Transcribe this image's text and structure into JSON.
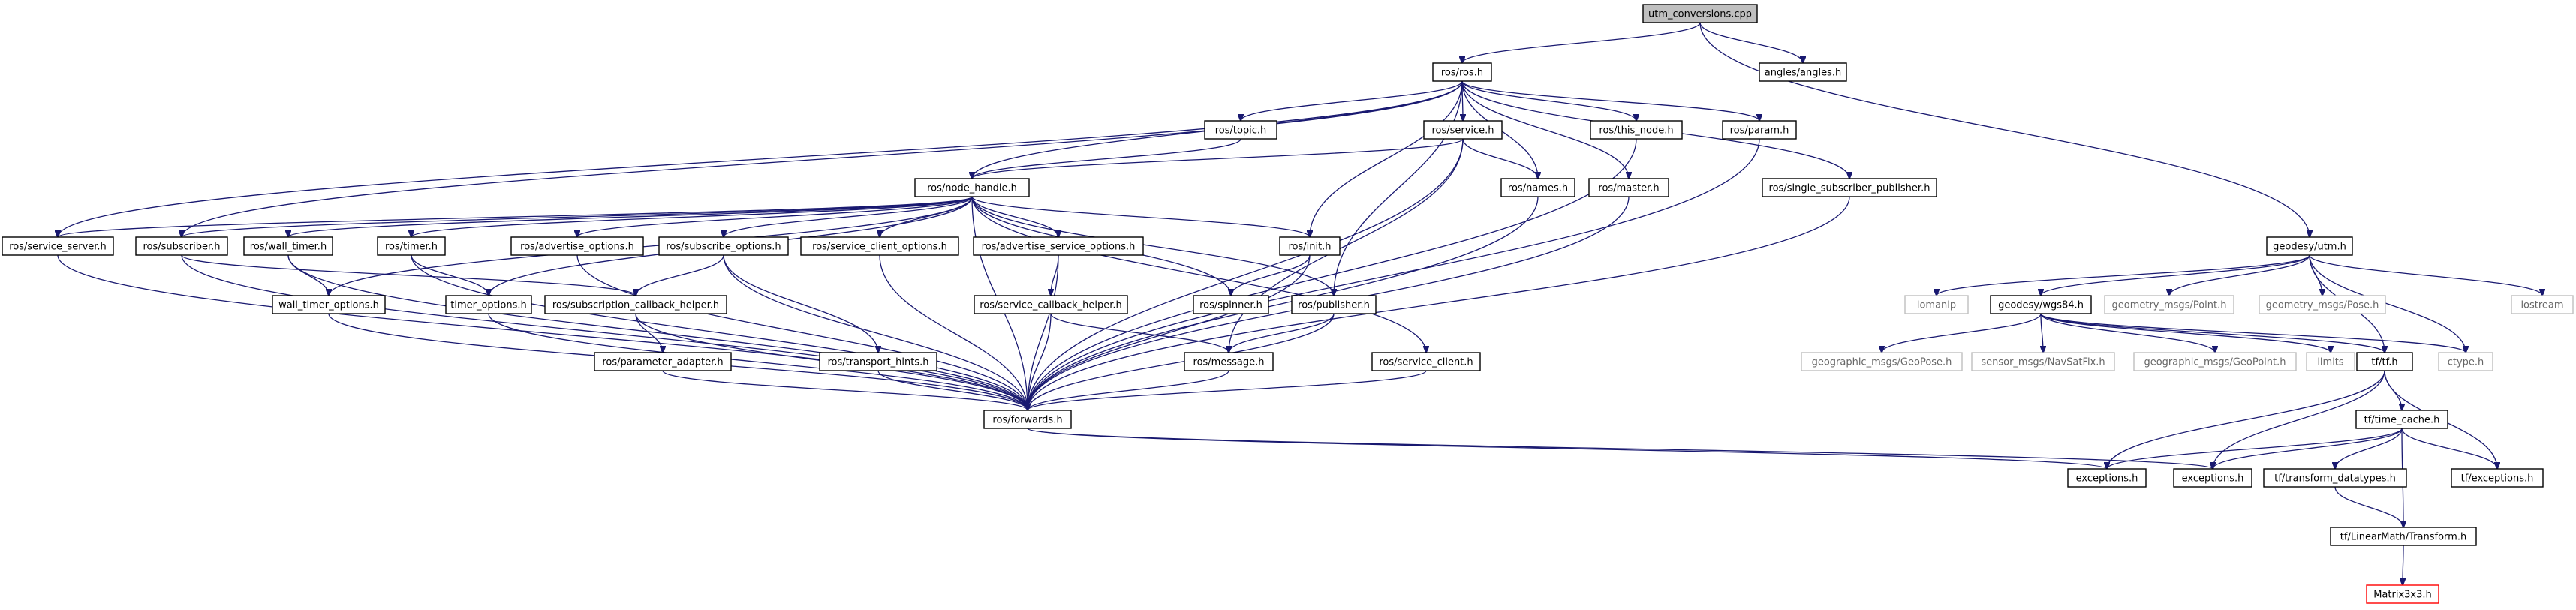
{
  "nodes": [
    {
      "id": "utm_conversions",
      "label": "utm_conversions.cpp",
      "kind": "root"
    },
    {
      "id": "ros_h",
      "label": "ros/ros.h",
      "kind": "normal"
    },
    {
      "id": "angles_h",
      "label": "angles/angles.h",
      "kind": "normal"
    },
    {
      "id": "geodesy_utm",
      "label": "geodesy/utm.h",
      "kind": "normal"
    },
    {
      "id": "ros_topic",
      "label": "ros/topic.h",
      "kind": "normal"
    },
    {
      "id": "ros_service",
      "label": "ros/service.h",
      "kind": "normal"
    },
    {
      "id": "ros_this_node",
      "label": "ros/this_node.h",
      "kind": "normal"
    },
    {
      "id": "ros_param",
      "label": "ros/param.h",
      "kind": "normal"
    },
    {
      "id": "ros_names",
      "label": "ros/names.h",
      "kind": "normal"
    },
    {
      "id": "ros_master",
      "label": "ros/master.h",
      "kind": "normal"
    },
    {
      "id": "ros_single_sub_pub",
      "label": "ros/single_subscriber_publisher.h",
      "kind": "normal"
    },
    {
      "id": "ros_node_handle",
      "label": "ros/node_handle.h",
      "kind": "normal"
    },
    {
      "id": "ros_service_server",
      "label": "ros/service_server.h",
      "kind": "normal"
    },
    {
      "id": "ros_subscriber",
      "label": "ros/subscriber.h",
      "kind": "normal"
    },
    {
      "id": "ros_wall_timer",
      "label": "ros/wall_timer.h",
      "kind": "normal"
    },
    {
      "id": "ros_timer",
      "label": "ros/timer.h",
      "kind": "normal"
    },
    {
      "id": "ros_advertise_options",
      "label": "ros/advertise_options.h",
      "kind": "normal"
    },
    {
      "id": "ros_subscribe_options",
      "label": "ros/subscribe_options.h",
      "kind": "normal"
    },
    {
      "id": "ros_service_client_options",
      "label": "ros/service_client_options.h",
      "kind": "normal"
    },
    {
      "id": "ros_advertise_service_options",
      "label": "ros/advertise_service_options.h",
      "kind": "normal"
    },
    {
      "id": "ros_init",
      "label": "ros/init.h",
      "kind": "normal"
    },
    {
      "id": "ros_spinner",
      "label": "ros/spinner.h",
      "kind": "normal"
    },
    {
      "id": "ros_publisher",
      "label": "ros/publisher.h",
      "kind": "normal"
    },
    {
      "id": "ros_service_client",
      "label": "ros/service_client.h",
      "kind": "normal"
    },
    {
      "id": "wall_timer_options",
      "label": "wall_timer_options.h",
      "kind": "normal"
    },
    {
      "id": "timer_options",
      "label": "timer_options.h",
      "kind": "normal"
    },
    {
      "id": "ros_sub_cb_helper",
      "label": "ros/subscription_callback_helper.h",
      "kind": "normal"
    },
    {
      "id": "ros_parameter_adapter",
      "label": "ros/parameter_adapter.h",
      "kind": "normal"
    },
    {
      "id": "ros_transport_hints",
      "label": "ros/transport_hints.h",
      "kind": "normal"
    },
    {
      "id": "ros_service_cb_helper",
      "label": "ros/service_callback_helper.h",
      "kind": "normal"
    },
    {
      "id": "ros_message",
      "label": "ros/message.h",
      "kind": "normal"
    },
    {
      "id": "ros_forwards",
      "label": "ros/forwards.h",
      "kind": "normal"
    },
    {
      "id": "exceptions_a",
      "label": "exceptions.h",
      "kind": "normal"
    },
    {
      "id": "exceptions_b",
      "label": "exceptions.h",
      "kind": "normal"
    },
    {
      "id": "iomanip",
      "label": "iomanip",
      "kind": "external"
    },
    {
      "id": "geodesy_wgs84",
      "label": "geodesy/wgs84.h",
      "kind": "normal"
    },
    {
      "id": "geometry_point",
      "label": "geometry_msgs/Point.h",
      "kind": "external"
    },
    {
      "id": "geometry_pose",
      "label": "geometry_msgs/Pose.h",
      "kind": "external"
    },
    {
      "id": "iostream",
      "label": "iostream",
      "kind": "external"
    },
    {
      "id": "geographic_geopose",
      "label": "geographic_msgs/GeoPose.h",
      "kind": "external"
    },
    {
      "id": "sensor_navsatfix",
      "label": "sensor_msgs/NavSatFix.h",
      "kind": "external"
    },
    {
      "id": "geographic_geopoint",
      "label": "geographic_msgs/GeoPoint.h",
      "kind": "external"
    },
    {
      "id": "limits",
      "label": "limits",
      "kind": "external"
    },
    {
      "id": "tf_tf",
      "label": "tf/tf.h",
      "kind": "normal"
    },
    {
      "id": "ctype",
      "label": "ctype.h",
      "kind": "external"
    },
    {
      "id": "tf_time_cache",
      "label": "tf/time_cache.h",
      "kind": "normal"
    },
    {
      "id": "tf_transform_datatypes",
      "label": "tf/transform_datatypes.h",
      "kind": "normal"
    },
    {
      "id": "tf_exceptions",
      "label": "tf/exceptions.h",
      "kind": "normal"
    },
    {
      "id": "tf_linearmath_transform",
      "label": "tf/LinearMath/Transform.h",
      "kind": "normal"
    },
    {
      "id": "matrix3x3",
      "label": "Matrix3x3.h",
      "kind": "missing"
    }
  ],
  "edges": [
    [
      "utm_conversions",
      "ros_h"
    ],
    [
      "utm_conversions",
      "angles_h"
    ],
    [
      "utm_conversions",
      "geodesy_utm"
    ],
    [
      "ros_h",
      "ros_topic"
    ],
    [
      "ros_h",
      "ros_service"
    ],
    [
      "ros_h",
      "ros_this_node"
    ],
    [
      "ros_h",
      "ros_param"
    ],
    [
      "ros_h",
      "ros_names"
    ],
    [
      "ros_h",
      "ros_master"
    ],
    [
      "ros_h",
      "ros_single_sub_pub"
    ],
    [
      "ros_h",
      "ros_node_handle"
    ],
    [
      "ros_h",
      "ros_service_server"
    ],
    [
      "ros_h",
      "ros_subscriber"
    ],
    [
      "ros_h",
      "ros_init"
    ],
    [
      "ros_h",
      "ros_publisher"
    ],
    [
      "ros_topic",
      "ros_node_handle"
    ],
    [
      "ros_service",
      "ros_node_handle"
    ],
    [
      "ros_service",
      "ros_names"
    ],
    [
      "ros_service",
      "ros_message"
    ],
    [
      "ros_service",
      "ros_forwards"
    ],
    [
      "ros_this_node",
      "ros_forwards"
    ],
    [
      "ros_param",
      "ros_forwards"
    ],
    [
      "ros_names",
      "ros_forwards"
    ],
    [
      "ros_master",
      "ros_forwards"
    ],
    [
      "ros_single_sub_pub",
      "ros_forwards"
    ],
    [
      "ros_node_handle",
      "ros_service_server"
    ],
    [
      "ros_node_handle",
      "ros_subscriber"
    ],
    [
      "ros_node_handle",
      "ros_wall_timer"
    ],
    [
      "ros_node_handle",
      "ros_timer"
    ],
    [
      "ros_node_handle",
      "ros_advertise_options"
    ],
    [
      "ros_node_handle",
      "ros_subscribe_options"
    ],
    [
      "ros_node_handle",
      "ros_service_client_options"
    ],
    [
      "ros_node_handle",
      "ros_advertise_service_options"
    ],
    [
      "ros_node_handle",
      "ros_init"
    ],
    [
      "ros_node_handle",
      "ros_spinner"
    ],
    [
      "ros_node_handle",
      "ros_publisher"
    ],
    [
      "ros_node_handle",
      "ros_service_client"
    ],
    [
      "ros_node_handle",
      "wall_timer_options"
    ],
    [
      "ros_node_handle",
      "timer_options"
    ],
    [
      "ros_node_handle",
      "ros_forwards"
    ],
    [
      "ros_service_server",
      "ros_forwards"
    ],
    [
      "ros_subscriber",
      "ros_sub_cb_helper"
    ],
    [
      "ros_subscriber",
      "ros_forwards"
    ],
    [
      "ros_wall_timer",
      "wall_timer_options"
    ],
    [
      "ros_wall_timer",
      "ros_forwards"
    ],
    [
      "ros_timer",
      "timer_options"
    ],
    [
      "ros_timer",
      "ros_forwards"
    ],
    [
      "ros_advertise_options",
      "ros_forwards"
    ],
    [
      "ros_subscribe_options",
      "ros_sub_cb_helper"
    ],
    [
      "ros_subscribe_options",
      "ros_transport_hints"
    ],
    [
      "ros_subscribe_options",
      "ros_forwards"
    ],
    [
      "ros_service_client_options",
      "ros_forwards"
    ],
    [
      "ros_advertise_service_options",
      "ros_service_cb_helper"
    ],
    [
      "ros_advertise_service_options",
      "ros_forwards"
    ],
    [
      "ros_init",
      "ros_spinner"
    ],
    [
      "ros_init",
      "ros_forwards"
    ],
    [
      "ros_publisher",
      "ros_message"
    ],
    [
      "ros_publisher",
      "ros_forwards"
    ],
    [
      "ros_service_client",
      "ros_forwards"
    ],
    [
      "wall_timer_options",
      "ros_forwards"
    ],
    [
      "timer_options",
      "ros_forwards"
    ],
    [
      "ros_sub_cb_helper",
      "ros_parameter_adapter"
    ],
    [
      "ros_sub_cb_helper",
      "ros_forwards"
    ],
    [
      "ros_parameter_adapter",
      "ros_forwards"
    ],
    [
      "ros_transport_hints",
      "ros_forwards"
    ],
    [
      "ros_service_cb_helper",
      "ros_message"
    ],
    [
      "ros_service_cb_helper",
      "ros_forwards"
    ],
    [
      "ros_message",
      "ros_forwards"
    ],
    [
      "ros_forwards",
      "exceptions_a"
    ],
    [
      "ros_forwards",
      "exceptions_b"
    ],
    [
      "geodesy_utm",
      "iomanip"
    ],
    [
      "geodesy_utm",
      "geodesy_wgs84"
    ],
    [
      "geodesy_utm",
      "geometry_point"
    ],
    [
      "geodesy_utm",
      "geometry_pose"
    ],
    [
      "geodesy_utm",
      "iostream"
    ],
    [
      "geodesy_utm",
      "tf_tf"
    ],
    [
      "geodesy_utm",
      "ctype"
    ],
    [
      "geodesy_wgs84",
      "geographic_geopose"
    ],
    [
      "geodesy_wgs84",
      "sensor_navsatfix"
    ],
    [
      "geodesy_wgs84",
      "geographic_geopoint"
    ],
    [
      "geodesy_wgs84",
      "limits"
    ],
    [
      "geodesy_wgs84",
      "tf_tf"
    ],
    [
      "geodesy_wgs84",
      "ctype"
    ],
    [
      "tf_tf",
      "exceptions_a"
    ],
    [
      "tf_tf",
      "exceptions_b"
    ],
    [
      "tf_tf",
      "tf_time_cache"
    ],
    [
      "tf_tf",
      "tf_exceptions"
    ],
    [
      "tf_time_cache",
      "exceptions_a"
    ],
    [
      "tf_time_cache",
      "exceptions_b"
    ],
    [
      "tf_time_cache",
      "tf_transform_datatypes"
    ],
    [
      "tf_time_cache",
      "tf_exceptions"
    ],
    [
      "tf_time_cache",
      "tf_linearmath_transform"
    ],
    [
      "tf_transform_datatypes",
      "tf_linearmath_transform"
    ],
    [
      "tf_linearmath_transform",
      "matrix3x3"
    ]
  ]
}
